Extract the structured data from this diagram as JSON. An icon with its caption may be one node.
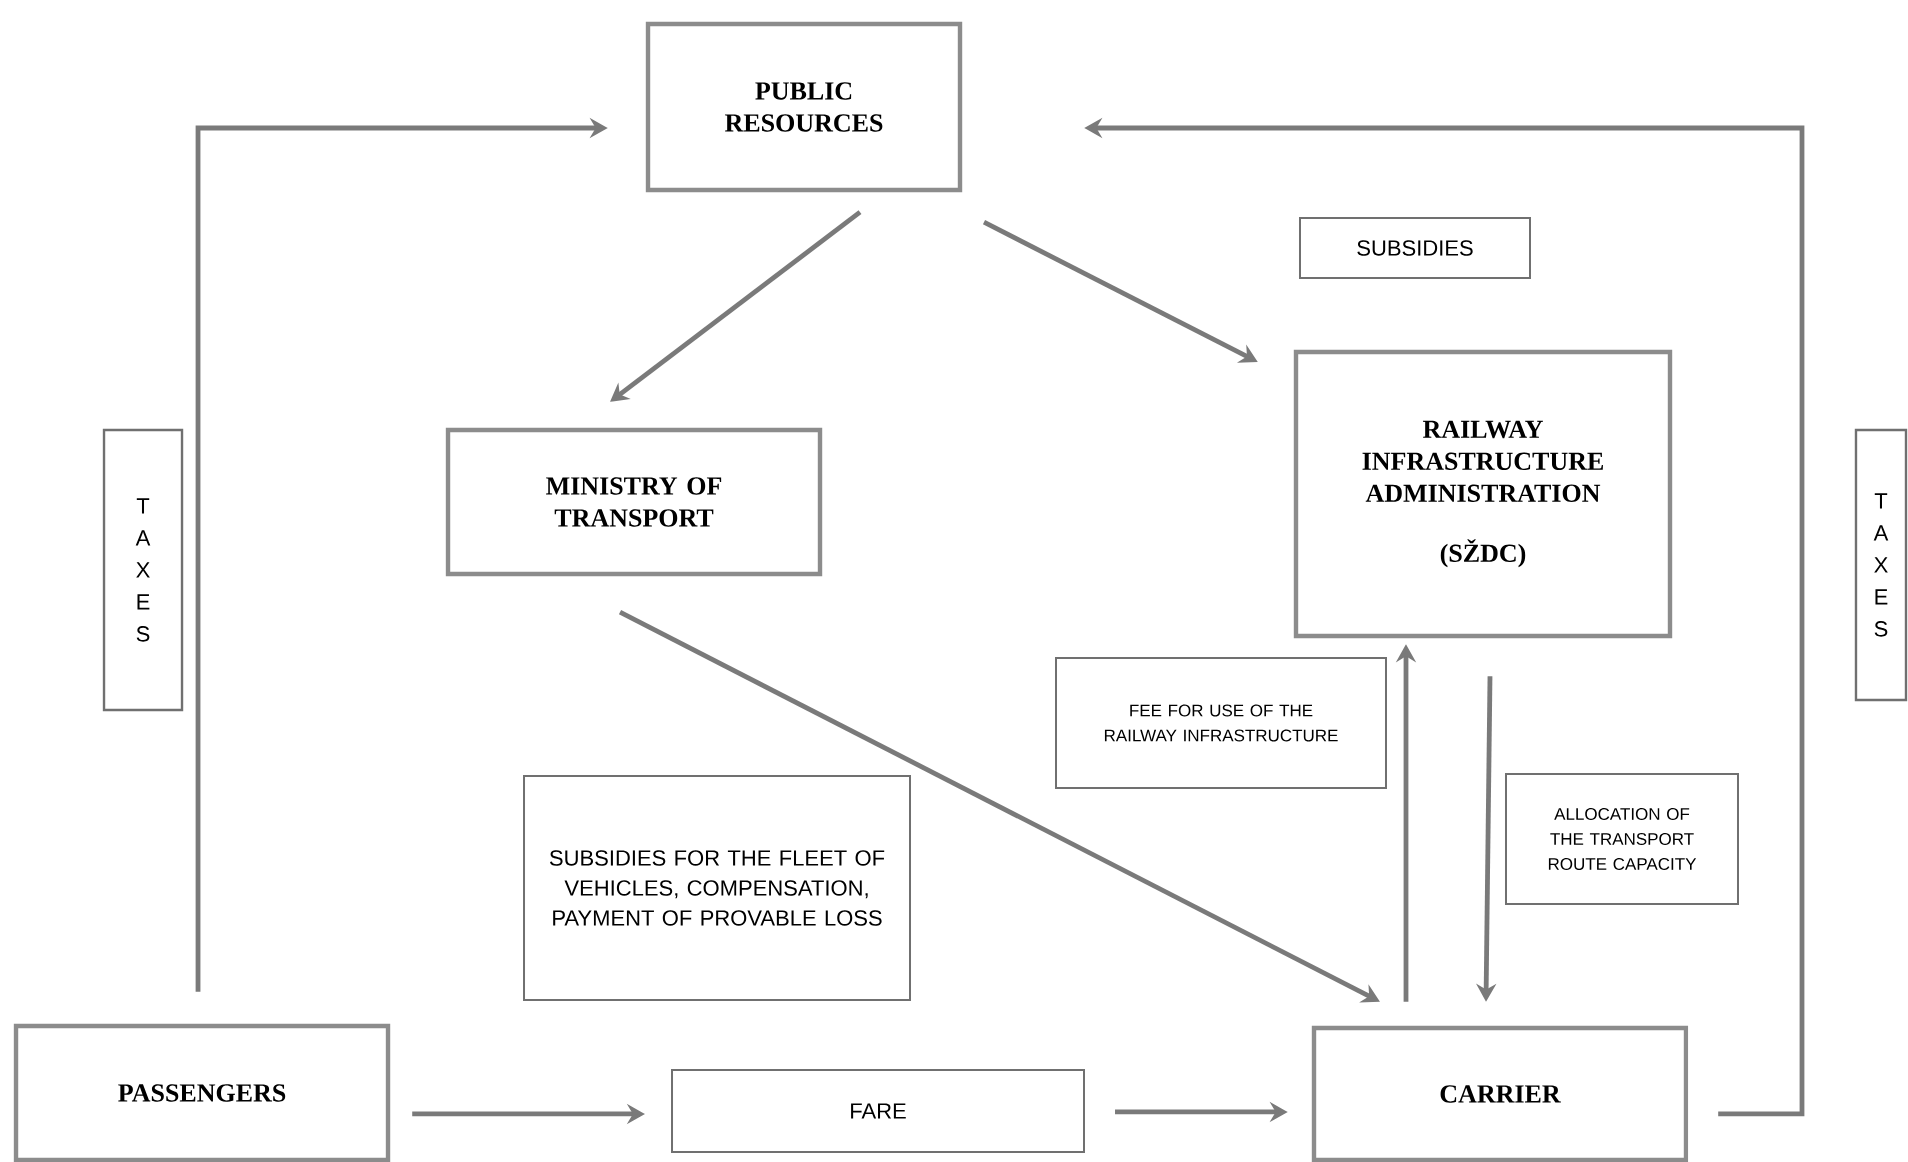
{
  "diagram": {
    "nodes": [
      {
        "text": [
          "PUBLIC RESOURCES"
        ]
      },
      {
        "text": [
          "SUBSIDIES"
        ]
      },
      {
        "text": [
          "T A X E S"
        ]
      },
      {
        "text": [
          "MINISTRY OF TRANSPORT"
        ]
      },
      {
        "text": [
          "RAILWAY INFRASTRUCTURE ADMINISTRATION",
          "(SŽDC)"
        ]
      },
      {
        "text": [
          "T A X E S"
        ]
      },
      {
        "text": [
          "FEE FOR USE OF THE RAILWAY INFRASTRUCTURE"
        ]
      },
      {
        "text": [
          "ALLOCATION OF THE TRANSPORT ROUTE CAPACITY"
        ]
      },
      {
        "text": [
          "SUBSIDIES FOR THE FLEET OF VEHICLES, COMPENSATION, PAYMENT OF PROVABLE LOSS"
        ]
      },
      {
        "text": [
          "PASSENGERS"
        ]
      },
      {
        "text": [
          "FARE"
        ]
      },
      {
        "text": [
          "CARRIER"
        ]
      }
    ],
    "edges": [
      {
        "from": 9,
        "to": 0,
        "arrow": "to"
      },
      {
        "from": 11,
        "to": 0,
        "arrow": "to"
      },
      {
        "from": 0,
        "to": 3,
        "arrow": "to"
      },
      {
        "from": 0,
        "to": 4,
        "arrow": "to"
      },
      {
        "from": 3,
        "to": 11,
        "arrow": "to"
      },
      {
        "from": 11,
        "to": 4,
        "arrow": "to"
      },
      {
        "from": 4,
        "to": 11,
        "arrow": "to"
      },
      {
        "from": 9,
        "to": 10,
        "arrow": "to"
      },
      {
        "from": 10,
        "to": 11,
        "arrow": "to"
      }
    ]
  }
}
